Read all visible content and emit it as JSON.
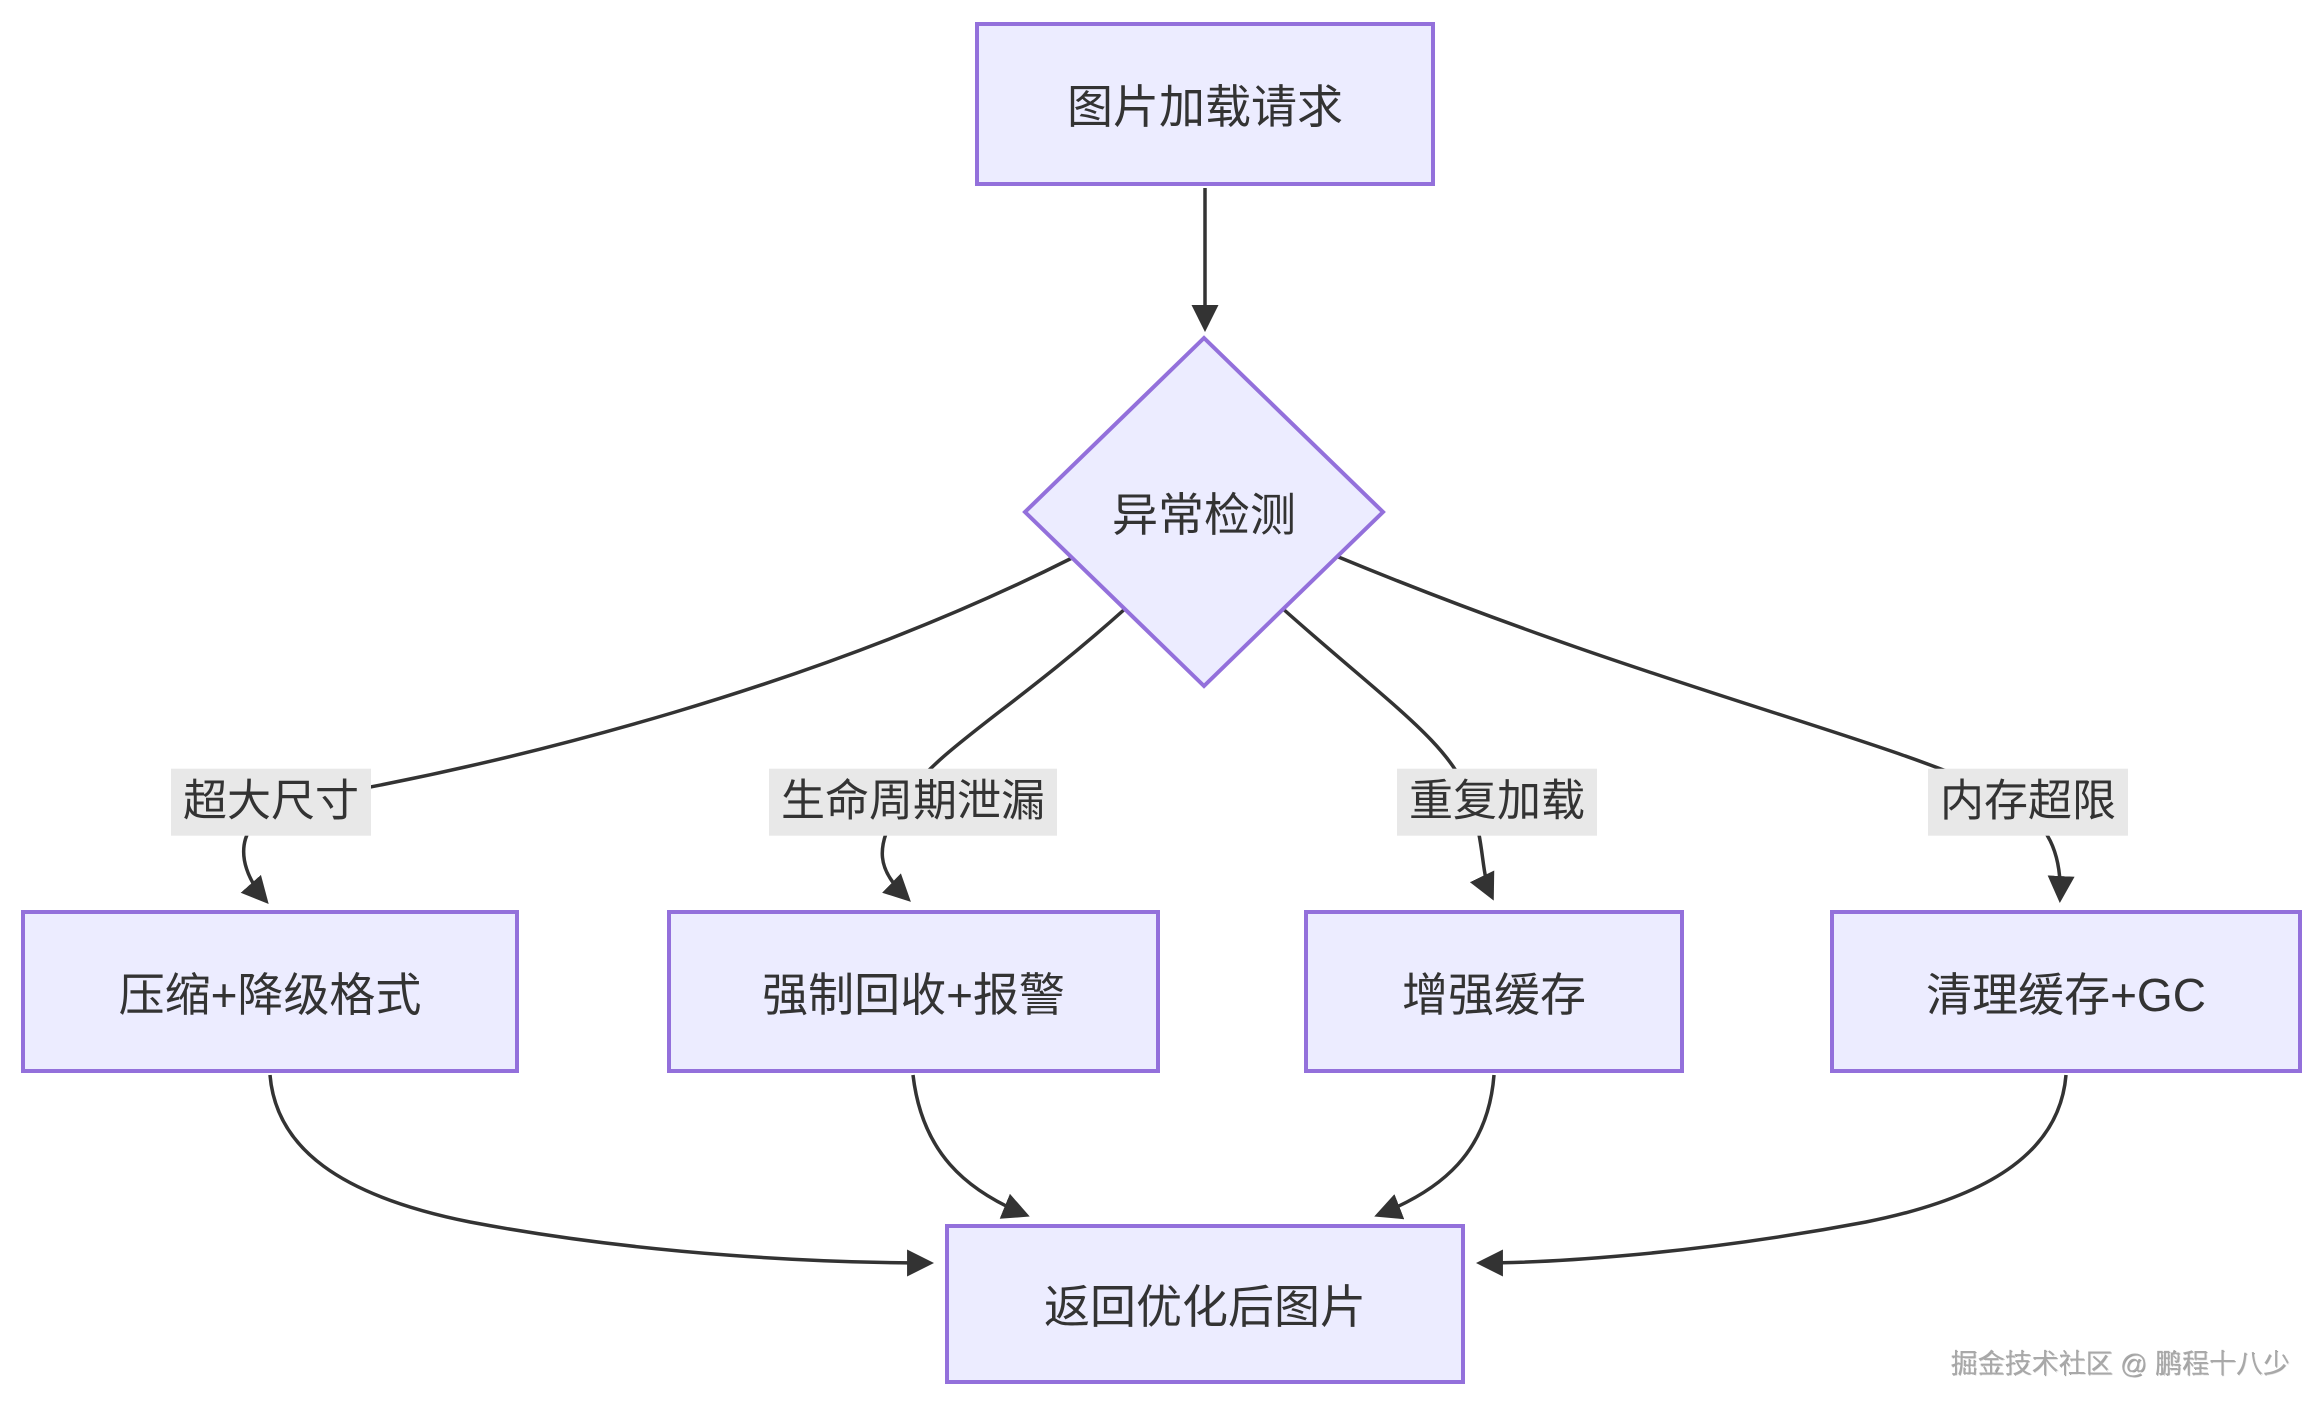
{
  "diagram": {
    "nodes": {
      "start": {
        "shape": "rect",
        "label": "图片加载请求"
      },
      "decision": {
        "shape": "diamond",
        "label": "异常检测"
      },
      "action1": {
        "shape": "rect",
        "label": "压缩+降级格式"
      },
      "action2": {
        "shape": "rect",
        "label": "强制回收+报警"
      },
      "action3": {
        "shape": "rect",
        "label": "增强缓存"
      },
      "action4": {
        "shape": "rect",
        "label": "清理缓存+GC"
      },
      "end": {
        "shape": "rect",
        "label": "返回优化后图片"
      }
    },
    "edges": [
      {
        "from": "start",
        "to": "decision",
        "label": ""
      },
      {
        "from": "decision",
        "to": "action1",
        "label": "超大尺寸"
      },
      {
        "from": "decision",
        "to": "action2",
        "label": "生命周期泄漏"
      },
      {
        "from": "decision",
        "to": "action3",
        "label": "重复加载"
      },
      {
        "from": "decision",
        "to": "action4",
        "label": "内存超限"
      },
      {
        "from": "action1",
        "to": "end",
        "label": ""
      },
      {
        "from": "action2",
        "to": "end",
        "label": ""
      },
      {
        "from": "action3",
        "to": "end",
        "label": ""
      },
      {
        "from": "action4",
        "to": "end",
        "label": ""
      }
    ],
    "colors": {
      "node_fill": "#ECECFF",
      "node_border": "#9370DB",
      "edge_line": "#333333",
      "edge_label_bg": "#e8e8e8",
      "text": "#333333",
      "background": "#ffffff"
    }
  },
  "watermark": {
    "text": "掘金技术社区 @ 鹏程十八少"
  }
}
